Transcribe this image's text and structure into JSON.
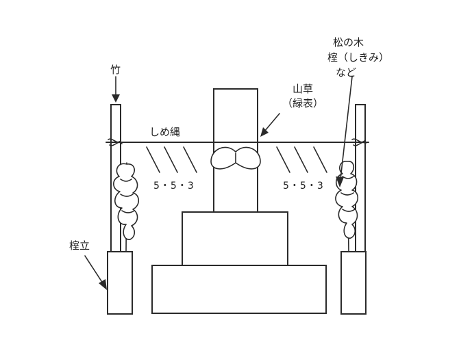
{
  "labels": {
    "bamboo": "竹",
    "yamakusa_line1": "山草",
    "yamakusa_line2": "（緑表）",
    "shimenawa": "しめ縄",
    "pine_line1": "松の木",
    "pine_line2": "榁（しきみ）",
    "pine_line3": "など",
    "shikimi_stand": "榁立",
    "count_left": "5・5・3",
    "count_right": "5・5・3"
  }
}
